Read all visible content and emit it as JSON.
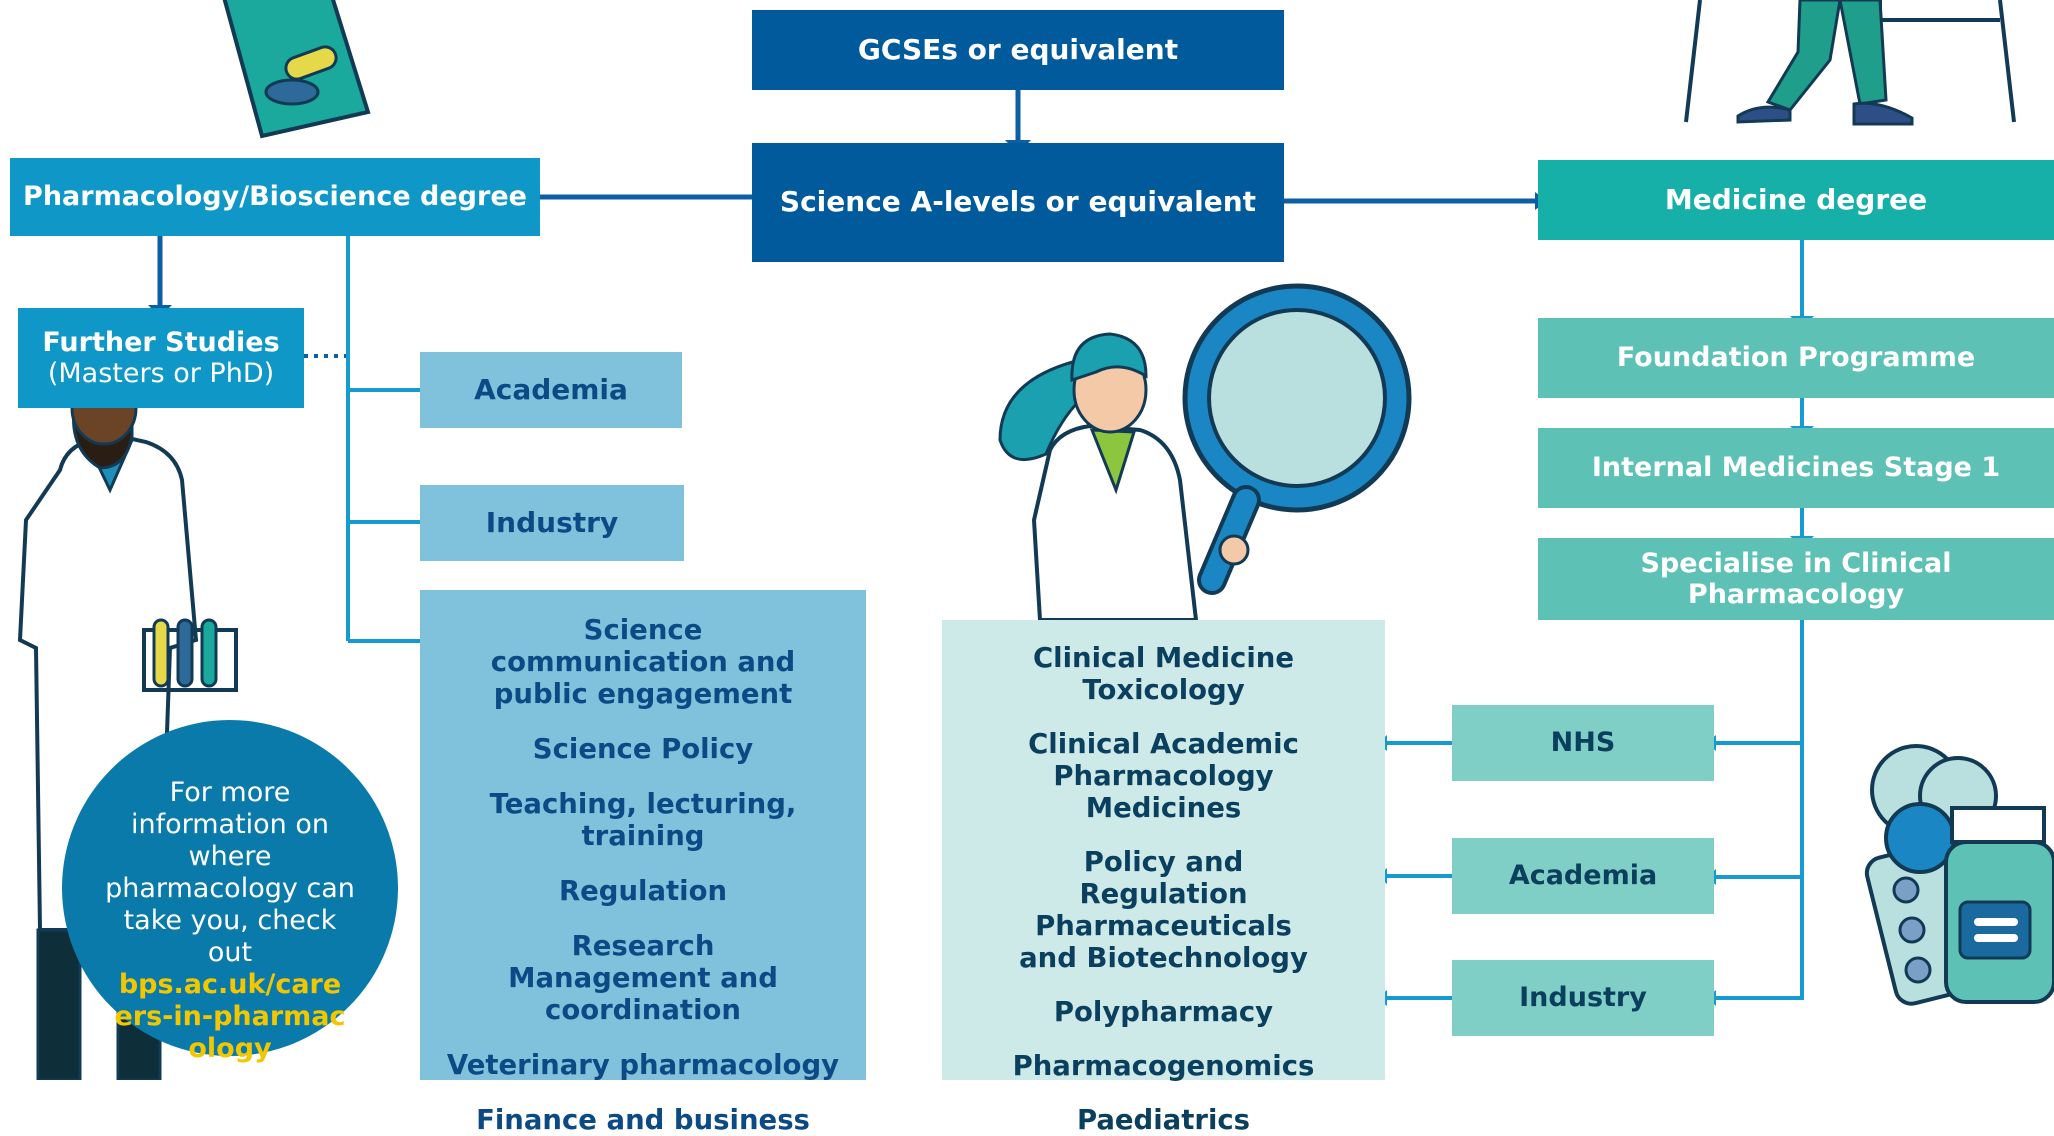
{
  "center": {
    "gcses": "GCSEs or equivalent",
    "alevels": "Science A-levels or equivalent"
  },
  "left": {
    "degree": "Pharmacology/Bioscience degree",
    "further_title": "Further Studies",
    "further_sub": "(Masters or PhD)",
    "academia": "Academia",
    "industry": "Industry",
    "careers": [
      "Science communication and public engagement",
      "Science Policy",
      "Teaching, lecturing, training",
      "Regulation",
      "Research Management and coordination",
      "Veterinary pharmacology",
      "Finance and business"
    ]
  },
  "right": {
    "degree": "Medicine degree",
    "foundation": "Foundation Programme",
    "internal": "Internal Medicines Stage 1",
    "specialise": "Specialise in Clinical Pharmacology",
    "nhs": "NHS",
    "academia": "Academia",
    "industry": "Industry"
  },
  "clinical_list": [
    "Clinical Medicine Toxicology",
    "Clinical Academic Pharmacology Medicines",
    "Policy and Regulation Pharmaceuticals and Biotechnology",
    "Polypharmacy",
    "Pharmacogenomics",
    "Paediatrics"
  ],
  "info": {
    "text": "For more information on where pharmacology can take you, check out",
    "link": "bps.ac.uk/careers-in-pharmacology"
  },
  "illustrations": [
    "pill-box-icon",
    "person-legs-chair-icon",
    "pharmacologist-test-tubes-icon",
    "scientist-magnifier-icon",
    "medicine-bottles-icon"
  ],
  "colors": {
    "navy": "#005a9c",
    "mid_blue": "#0f97c7",
    "light_blue": "#80c2dc",
    "teal": "#17b0a8",
    "pale_teal": "#cde9e8",
    "link_yellow": "#f2c700"
  }
}
